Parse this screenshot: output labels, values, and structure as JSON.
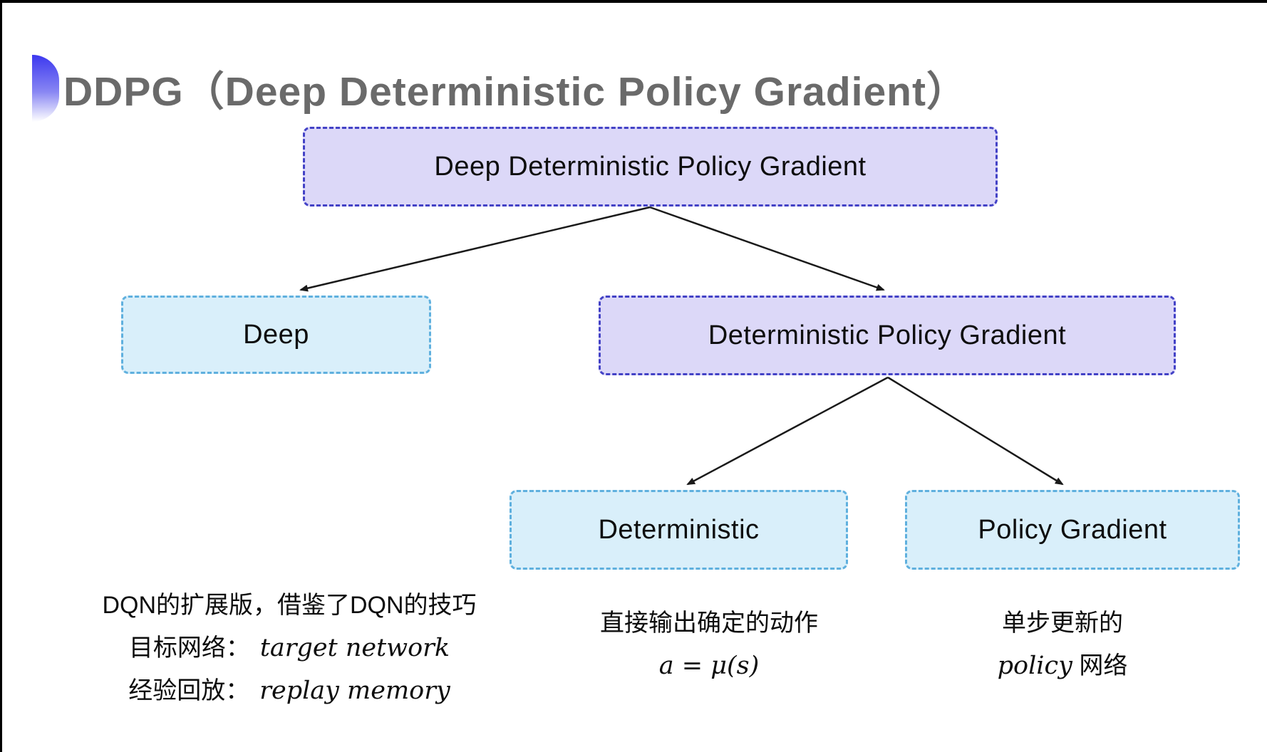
{
  "title": "DDPG（Deep Deterministic Policy Gradient）",
  "nodes": {
    "root": {
      "label": "Deep Deterministic Policy Gradient"
    },
    "deep": {
      "label": "Deep"
    },
    "dpg": {
      "label": "Deterministic Policy Gradient"
    },
    "deterministic": {
      "label": "Deterministic"
    },
    "policy_gradient": {
      "label": "Policy Gradient"
    }
  },
  "notes": {
    "deep": {
      "line1": "DQN的扩展版，借鉴了DQN的技巧",
      "line2_label": "目标网络：",
      "line2_value": "target network",
      "line3_label": "经验回放：",
      "line3_value": "replay memory"
    },
    "deterministic": {
      "line1": "直接输出确定的动作",
      "line2": "a = μ(s)"
    },
    "policy_gradient": {
      "line1": "单步更新的",
      "line2_italic": "policy",
      "line2_rest": " 网络"
    }
  },
  "colors": {
    "purple_fill": "#dcd8f8",
    "purple_border": "#4342c6",
    "cyan_fill": "#d9effa",
    "cyan_border": "#5fb0de",
    "title_text": "#6a6a6a",
    "arrow": "#1a1a1a",
    "node_text": "#0d0d0d"
  }
}
